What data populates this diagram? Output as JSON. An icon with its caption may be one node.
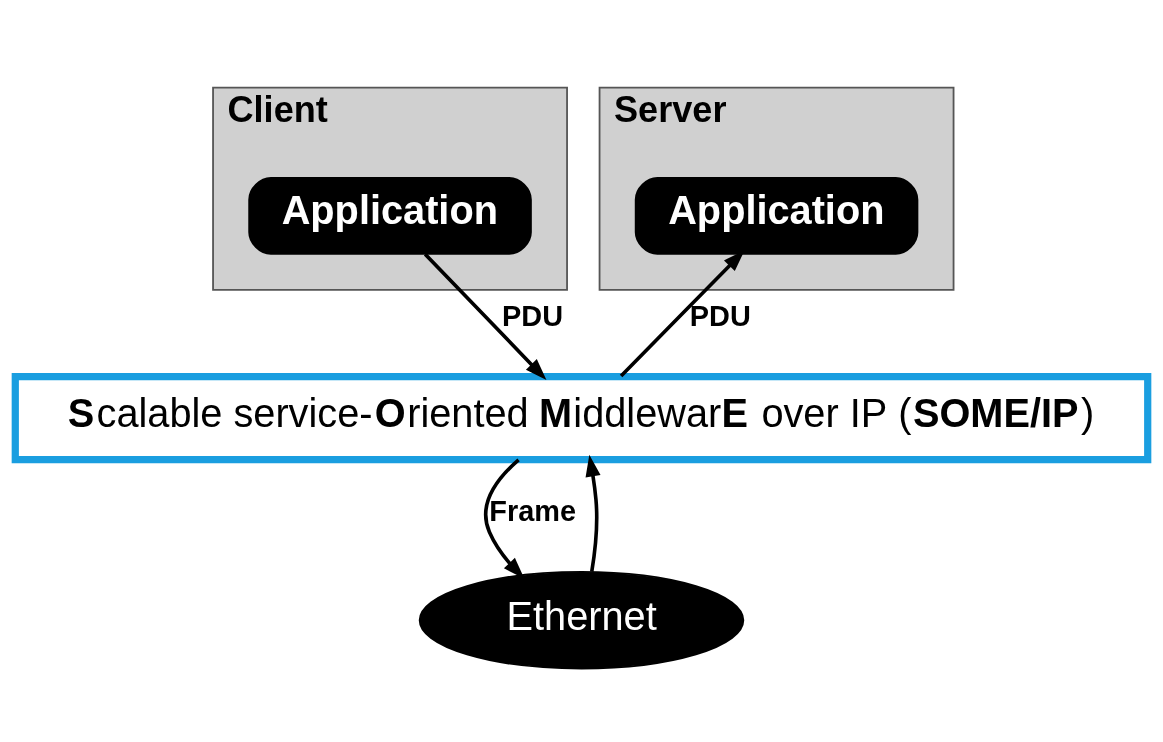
{
  "diagram": {
    "nodes": [
      {
        "text": [
          "Client"
        ]
      },
      {
        "text": [
          "Application"
        ],
        "in": 0
      },
      {
        "text": [
          "Server"
        ]
      },
      {
        "text": [
          "Application"
        ],
        "in": 2
      },
      {
        "text": [
          "**S**calable service-**O**riented **M**iddlewar**E** over IP (**SOME/IP**)"
        ]
      },
      {
        "text": [
          "Ethernet"
        ]
      }
    ],
    "edges": [
      {
        "from": 1,
        "to": 4,
        "arrow": "to",
        "label": "PDU"
      },
      {
        "from": 4,
        "to": 5,
        "arrow": "to",
        "label": "Frame"
      },
      {
        "from": 5,
        "to": 4,
        "arrow": "to"
      },
      {
        "from": 4,
        "to": 3,
        "arrow": "to",
        "label": "PDU"
      }
    ]
  }
}
